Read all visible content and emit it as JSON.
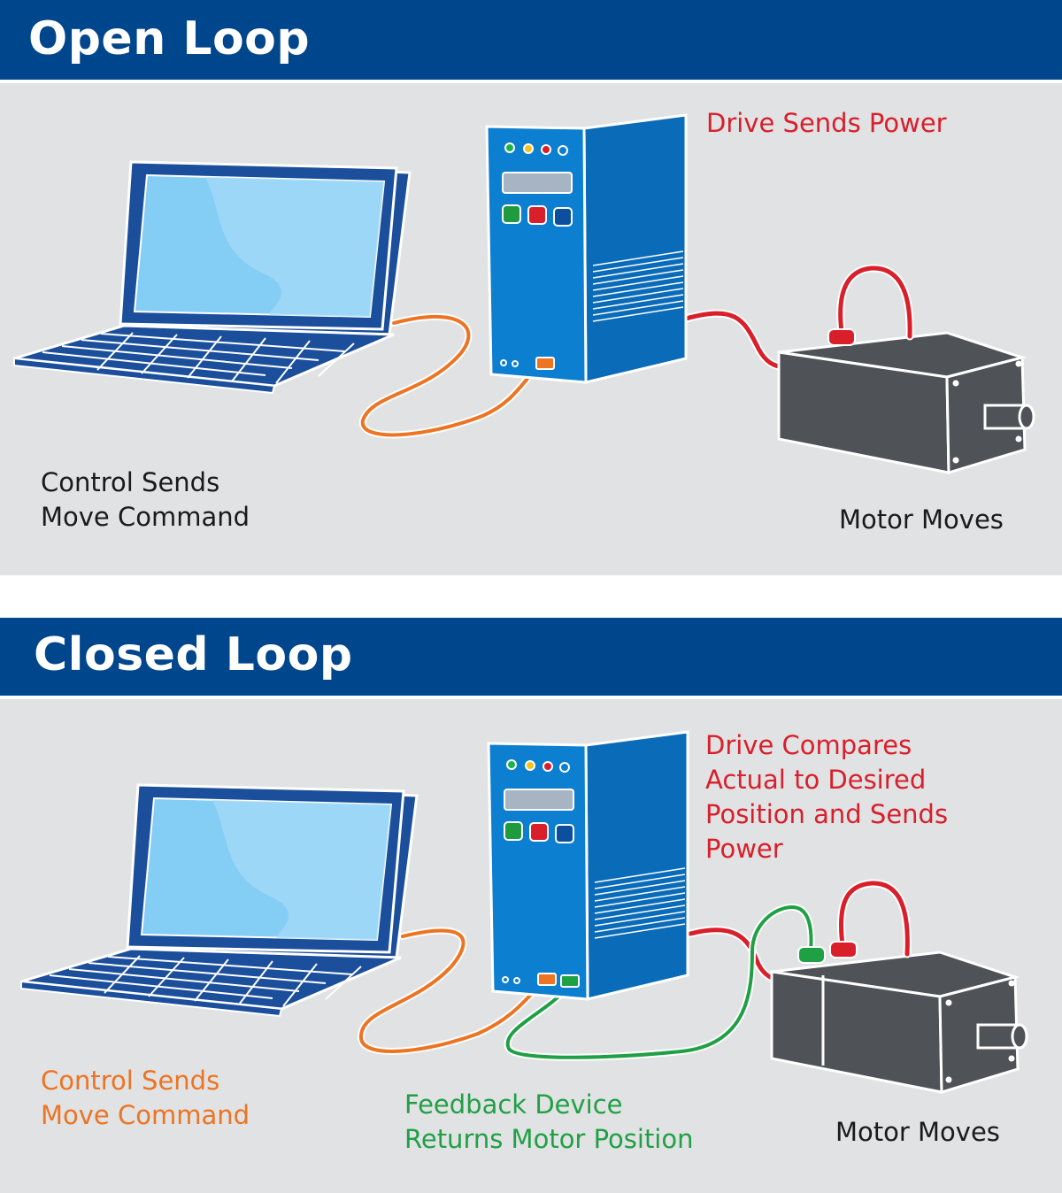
{
  "colors": {
    "banner": "#00468c",
    "panel": "#e1e2e4",
    "laptop_body": "#1b4e9b",
    "screen": "#84cdf5",
    "drive_body": "#0c7fd0",
    "motor": "#4f5256",
    "power_cable": "#d81f2a",
    "command_cable": "#ec7422",
    "feedback_cable": "#20a045"
  },
  "icons": [
    "laptop-icon",
    "drive-icon",
    "motor-icon"
  ],
  "open_loop": {
    "title": "Open Loop",
    "drive_label": "Drive Sends Power",
    "control_label_line1": "Control Sends",
    "control_label_line2": "Move Command",
    "motor_label": "Motor Moves"
  },
  "closed_loop": {
    "title": "Closed Loop",
    "drive_label_line1": "Drive Compares",
    "drive_label_line2": "Actual to Desired",
    "drive_label_line3": "Position and Sends",
    "drive_label_line4": "Power",
    "control_label_line1": "Control Sends",
    "control_label_line2": "Move Command",
    "feedback_label_line1": "Feedback Device",
    "feedback_label_line2": "Returns Motor Position",
    "motor_label": "Motor Moves"
  }
}
